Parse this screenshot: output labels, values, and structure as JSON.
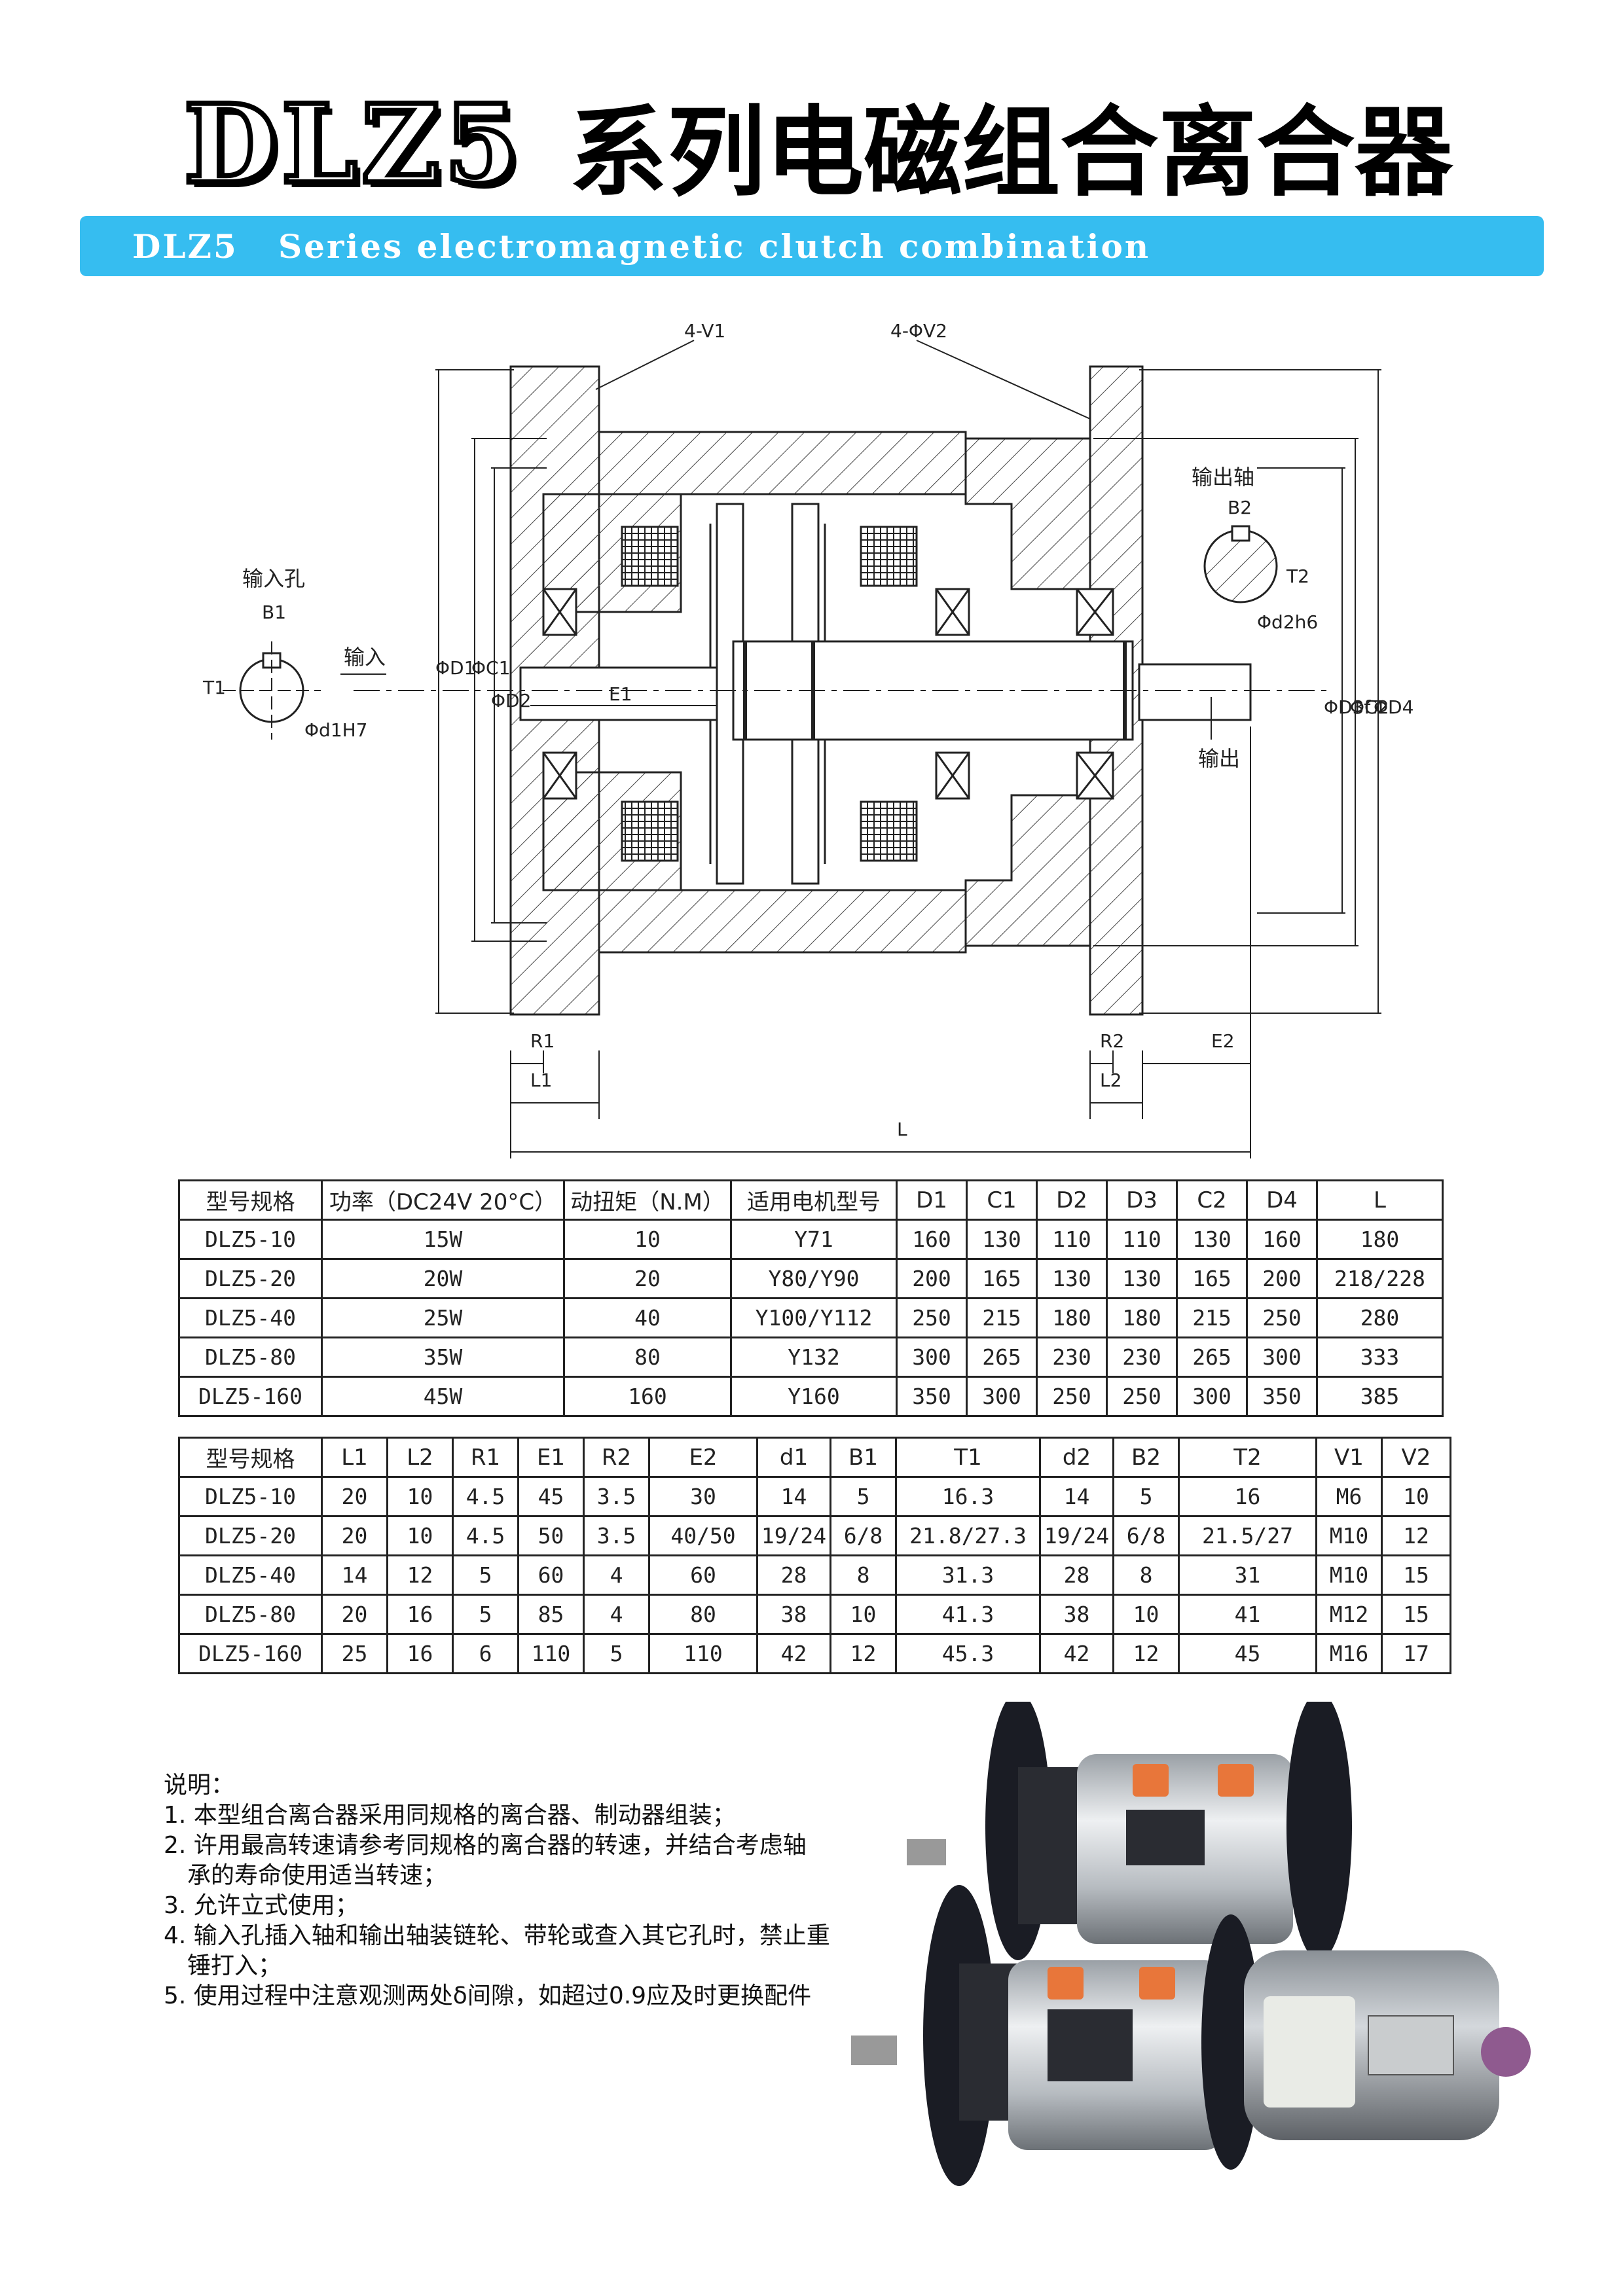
{
  "header": {
    "model": "DLZ5",
    "title_cn": "系列电磁组合离合器",
    "banner_en": "DLZ5   Series electromagnetic clutch combination"
  },
  "drawing_labels": {
    "v1": "4-V1",
    "v2": "4-ΦV2",
    "input_hole": "输入孔",
    "b1": "B1",
    "t1": "T1",
    "d1h7": "Φd1H7",
    "input": "输入",
    "phi_c1": "ΦC1",
    "phi_d1": "ΦD1",
    "phi_d2": "ΦD2",
    "e1": "E1",
    "output_shaft": "输出轴",
    "b2": "B2",
    "t2": "T2",
    "d2h6": "Φd2h6",
    "phi_d3f7": "ΦD3f7",
    "phi_c2": "ΦC2",
    "phi_d4": "ΦD4",
    "output": "输出",
    "r1": "R1",
    "l1": "L1",
    "r2": "R2",
    "l2": "L2",
    "e2": "E2",
    "l": "L"
  },
  "table1": {
    "headers": [
      "型号规格",
      "功率（DC24V 20°C）",
      "动扭矩（N.M）",
      "适用电机型号",
      "D1",
      "C1",
      "D2",
      "D3",
      "C2",
      "D4",
      "L"
    ],
    "rows": [
      [
        "DLZ5-10",
        "15W",
        "10",
        "Y71",
        "160",
        "130",
        "110",
        "110",
        "130",
        "160",
        "180"
      ],
      [
        "DLZ5-20",
        "20W",
        "20",
        "Y80/Y90",
        "200",
        "165",
        "130",
        "130",
        "165",
        "200",
        "218/228"
      ],
      [
        "DLZ5-40",
        "25W",
        "40",
        "Y100/Y112",
        "250",
        "215",
        "180",
        "180",
        "215",
        "250",
        "280"
      ],
      [
        "DLZ5-80",
        "35W",
        "80",
        "Y132",
        "300",
        "265",
        "230",
        "230",
        "265",
        "300",
        "333"
      ],
      [
        "DLZ5-160",
        "45W",
        "160",
        "Y160",
        "350",
        "300",
        "250",
        "250",
        "300",
        "350",
        "385"
      ]
    ]
  },
  "table2": {
    "headers": [
      "型号规格",
      "L1",
      "L2",
      "R1",
      "E1",
      "R2",
      "E2",
      "d1",
      "B1",
      "T1",
      "d2",
      "B2",
      "T2",
      "V1",
      "V2"
    ],
    "rows": [
      [
        "DLZ5-10",
        "20",
        "10",
        "4.5",
        "45",
        "3.5",
        "30",
        "14",
        "5",
        "16.3",
        "14",
        "5",
        "16",
        "M6",
        "10"
      ],
      [
        "DLZ5-20",
        "20",
        "10",
        "4.5",
        "50",
        "3.5",
        "40/50",
        "19/24",
        "6/8",
        "21.8/27.3",
        "19/24",
        "6/8",
        "21.5/27",
        "M10",
        "12"
      ],
      [
        "DLZ5-40",
        "14",
        "12",
        "5",
        "60",
        "4",
        "60",
        "28",
        "8",
        "31.3",
        "28",
        "8",
        "31",
        "M10",
        "15"
      ],
      [
        "DLZ5-80",
        "20",
        "16",
        "5",
        "85",
        "4",
        "80",
        "38",
        "10",
        "41.3",
        "38",
        "10",
        "41",
        "M12",
        "15"
      ],
      [
        "DLZ5-160",
        "25",
        "16",
        "6",
        "110",
        "5",
        "110",
        "42",
        "12",
        "45.3",
        "42",
        "12",
        "45",
        "M16",
        "17"
      ]
    ]
  },
  "notes": {
    "title": "说明：",
    "items": [
      {
        "line1": "1. 本型组合离合器采用同规格的离合器、制动器组装；",
        "line2": ""
      },
      {
        "line1": "2. 许用最高转速请参考同规格的离合器的转速，并结合考虑轴",
        "line2": "承的寿命使用适当转速；"
      },
      {
        "line1": "3. 允许立式使用；",
        "line2": ""
      },
      {
        "line1": "4. 输入孔插入轴和输出轴装链轮、带轮或查入其它孔时，禁止重",
        "line2": "锤打入；"
      },
      {
        "line1": "5. 使用过程中注意观测两处δ间隙，如超过0.9应及时更换配件",
        "line2": ""
      }
    ]
  },
  "colors": {
    "banner": "#36bdf0",
    "housing": "#c8ccd0",
    "flange": "#1a1c24",
    "terminal": "#e8763a"
  }
}
